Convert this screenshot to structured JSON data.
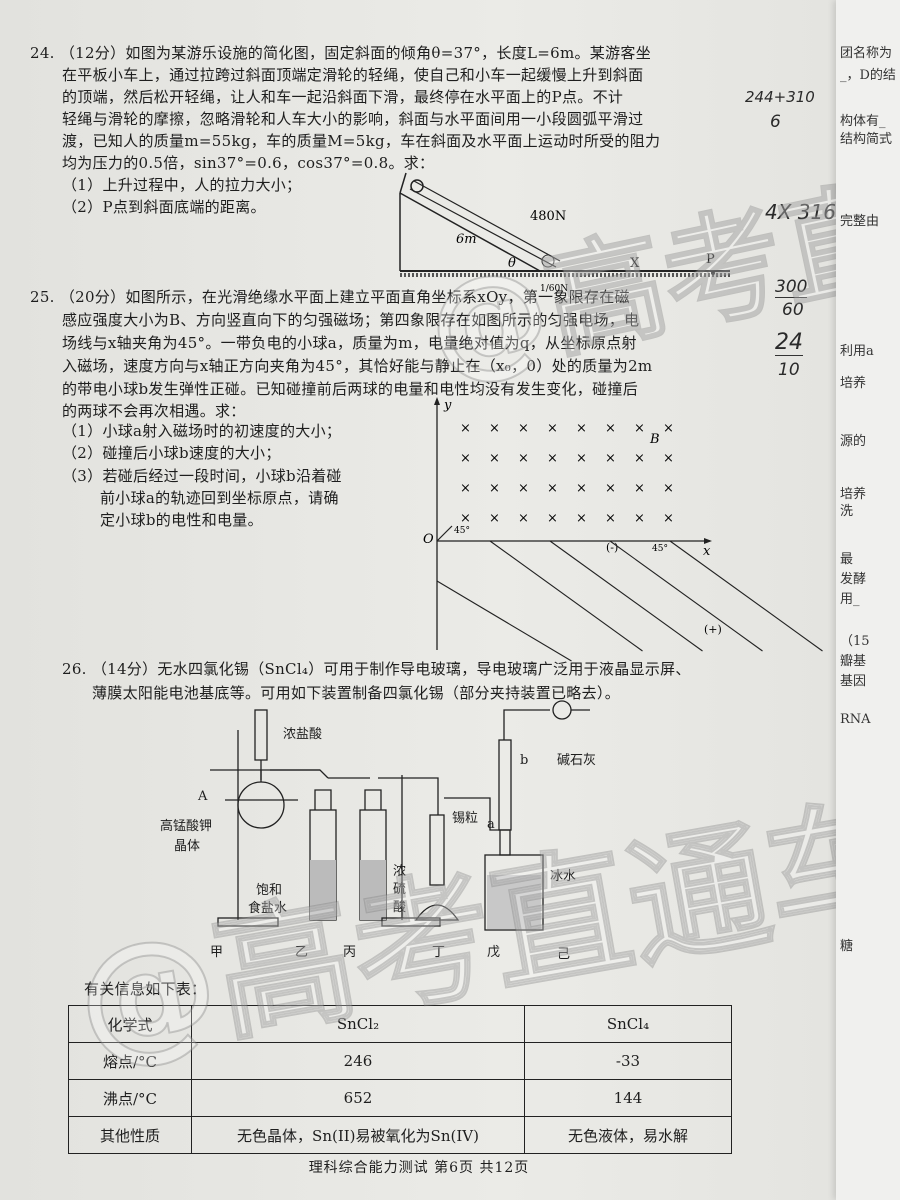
{
  "q24": {
    "lines": [
      "24. （12分）如图为某游乐设施的简化图，固定斜面的倾角θ=37°，长度L=6m。某游客坐",
      "在平板小车上，通过拉跨过斜面顶端定滑轮的轻绳，使自己和小车一起缓慢上升到斜面",
      "的顶端，然后松开轻绳，让人和车一起沿斜面下滑，最终停在水平面上的P点。不计",
      "轻绳与滑轮的摩擦，忽略滑轮和人车大小的影响，斜面与水平面间用一小段圆弧平滑过",
      "渡，已知人的质量m=55kg，车的质量M=5kg，车在斜面及水平面上运动时所受的阻力",
      "均为压力的0.5倍，sin37°=0.6，cos37°=0.8。求："
    ],
    "sub": [
      "（1）上升过程中，人的拉力大小；",
      "（2）P点到斜面底端的距离。"
    ],
    "figure": {
      "theta": "θ",
      "point_p": "P",
      "notes": [
        "6m",
        "480N",
        "X",
        "1/60N"
      ]
    }
  },
  "q25": {
    "lines": [
      "25. （20分）如图所示，在光滑绝缘水平面上建立平面直角坐标系xOy，第一象限存在磁",
      "感应强度大小为B、方向竖直向下的匀强磁场；第四象限存在如图所示的匀强电场，电",
      "场线与x轴夹角为45°。一带负电的小球a，质量为m，电量绝对值为q，从坐标原点射",
      "入磁场，速度方向与x轴正方向夹角为45°，其恰好能与静止在（x₀，0）处的质量为2m",
      "的带电小球b发生弹性正碰。已知碰撞前后两球的电量和电性均没有发生变化，碰撞后",
      "的两球不会再次相遇。求："
    ],
    "sub": [
      "（1）小球a射入磁场时的初速度的大小；",
      "（2）碰撞后小球b速度的大小；",
      "（3）若碰后经过一段时间，小球b沿着碰",
      "前小球a的轨迹回到坐标原点，请确",
      "定小球b的电性和电量。"
    ],
    "figure": {
      "y": "y",
      "x": "x",
      "o": "O",
      "b": "B",
      "angle1": "45°",
      "angle2": "45°",
      "notes": [
        "(-)",
        "(+)"
      ]
    }
  },
  "q26": {
    "lines": [
      "26. （14分）无水四氯化锡（SnCl₄）可用于制作导电玻璃，导电玻璃广泛用于液晶显示屏、",
      "薄膜太阳能电池基底等。可用如下装置制备四氯化锡（部分夹持装置已略去）。"
    ],
    "apparatus": {
      "labels": [
        "浓盐酸",
        "A",
        "高锰酸钾",
        "晶体",
        "饱和",
        "食盐水",
        "浓",
        "硫",
        "酸",
        "锡粒",
        "a",
        "b",
        "碱石灰",
        "冰水"
      ],
      "units": [
        "甲",
        "乙",
        "丙",
        "丁",
        "戊",
        "己"
      ]
    },
    "table_intro": "有关信息如下表：",
    "table": {
      "header": [
        "化学式",
        "SnCl₂",
        "SnCl₄"
      ],
      "rows": [
        [
          "熔点/°C",
          "246",
          "-33"
        ],
        [
          "沸点/°C",
          "652",
          "144"
        ],
        [
          "其他性质",
          "无色晶体，Sn(II)易被氧化为Sn(IV)",
          "无色液体，易水解"
        ]
      ]
    }
  },
  "footer": "理科综合能力测试  第6页  共12页",
  "handwritten": [
    "244+310",
    "6",
    "4X 316",
    "300",
    "60",
    "24",
    "10"
  ],
  "next_page_fragments": [
    "团名称为",
    "_，D的结",
    "构体有_",
    "结构简式",
    "完整由",
    "利用a",
    "培养",
    "源的",
    "培养",
    "洗",
    "最",
    "发酵",
    "用_",
    "（15",
    "瓣基",
    "基因",
    "RNA",
    "糖"
  ],
  "watermark": "@高考直通车"
}
